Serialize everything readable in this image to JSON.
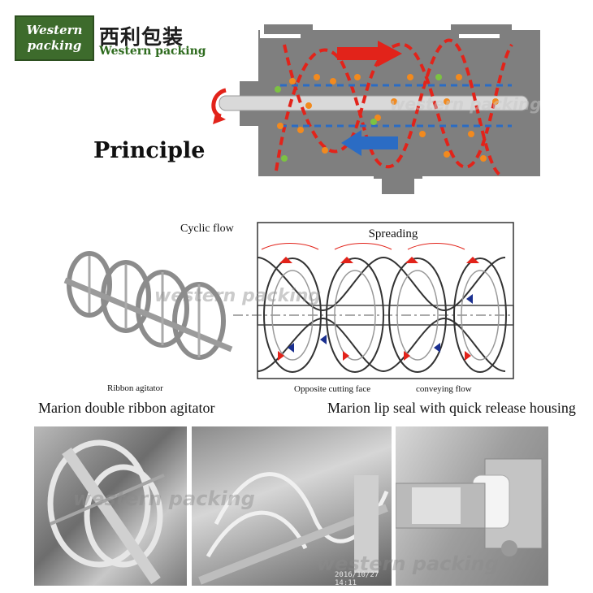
{
  "logo": {
    "line1": "Western",
    "line2": "packing",
    "chinese": "西利包装",
    "english": "Western packing"
  },
  "principle_title": "Principle",
  "diagram_labels": {
    "cyclic_flow": "Cyclic flow",
    "spreading": "Spreading",
    "ribbon_agitator": "Ribbon agitator",
    "opposite_cutting_face": "Opposite cutting face",
    "conveying_flow": "conveying flow"
  },
  "captions": {
    "left": "Marion double ribbon agitator",
    "right": "Marion lip seal with quick release housing"
  },
  "watermark": "western packing",
  "photo_timestamp": "2016/10/27 14:11",
  "colors": {
    "logo_green": "#3d6b2c",
    "flow_red": "#e2231a",
    "flow_blue": "#2b6cc4",
    "housing_grey": "#7f7f7f"
  }
}
